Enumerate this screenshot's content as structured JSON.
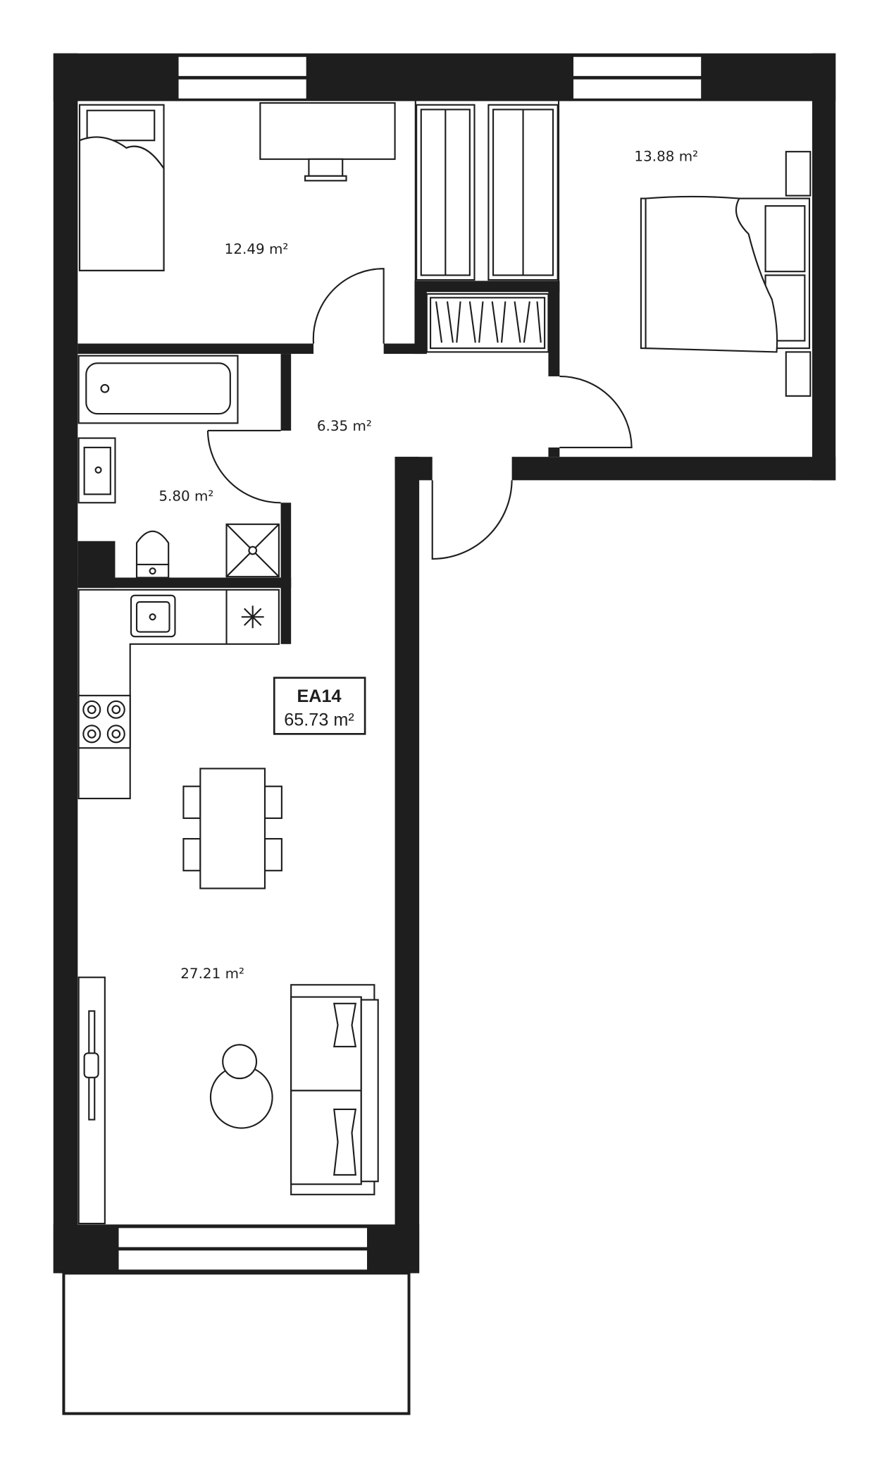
{
  "plan": {
    "unit_code": "EA14",
    "total_area": "65.73 m²",
    "rooms": [
      {
        "name": "bedroom-small",
        "area": "12.49 m²"
      },
      {
        "name": "bedroom-large",
        "area": "13.88 m²"
      },
      {
        "name": "hallway",
        "area": "6.35 m²"
      },
      {
        "name": "bathroom",
        "area": "5.80 m²"
      },
      {
        "name": "living-kitchen",
        "area": "27.21 m²"
      }
    ]
  },
  "colors": {
    "wall": "#1e1e1e",
    "background": "#ffffff"
  }
}
